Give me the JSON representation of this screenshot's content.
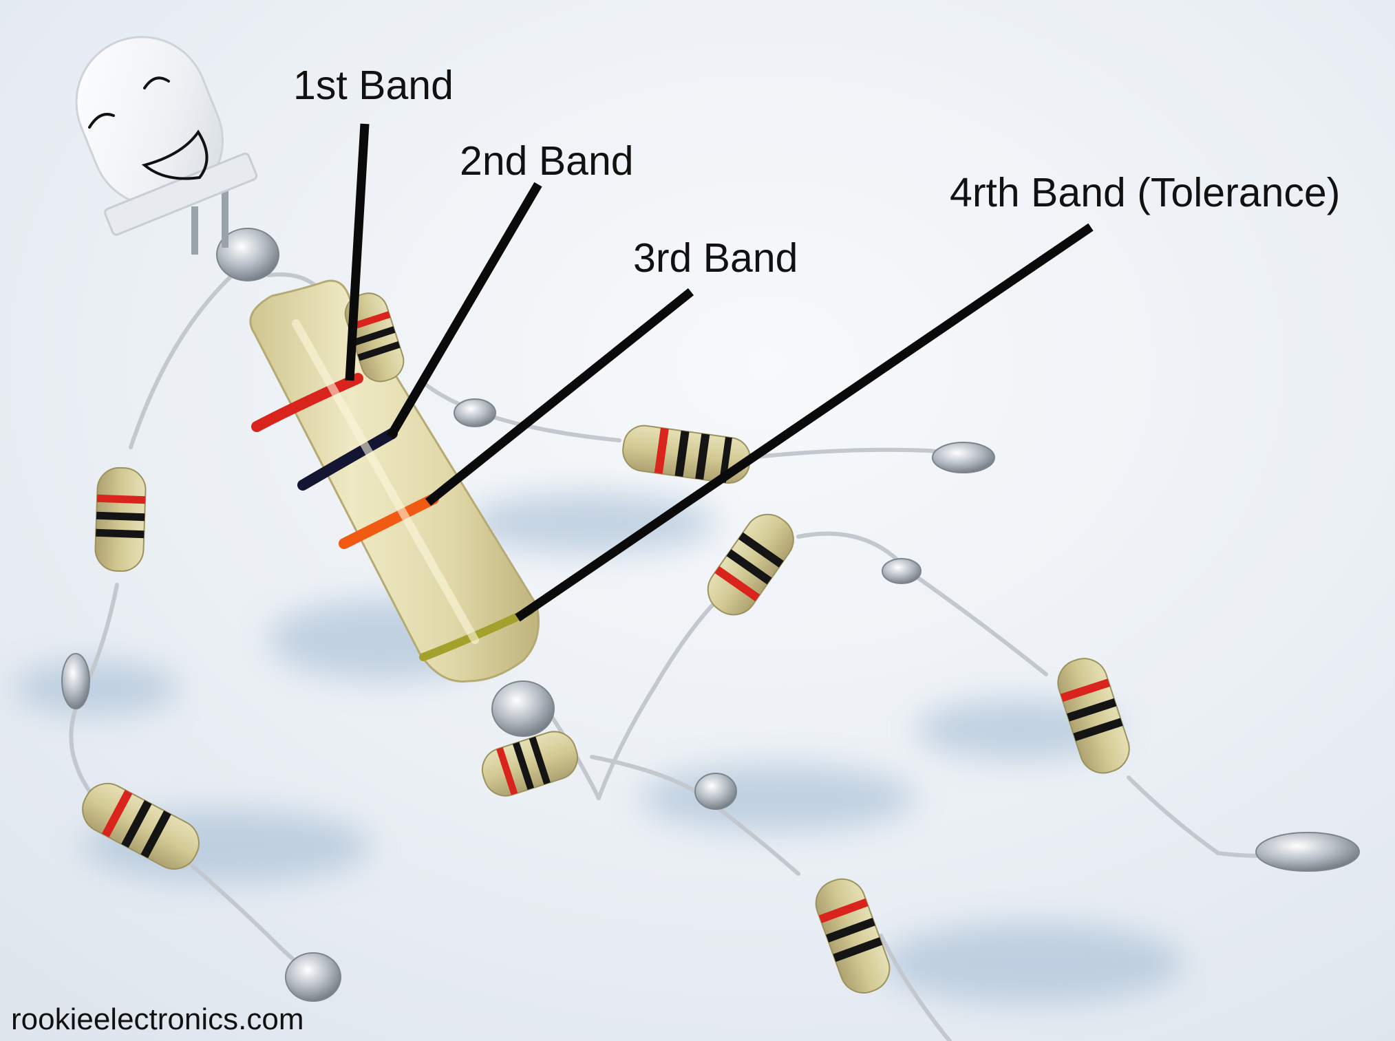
{
  "labels": {
    "band1": "1st Band",
    "band2": "2nd Band",
    "band3": "3rd Band",
    "band4": "4rth Band (Tolerance)"
  },
  "watermark": "rookieelectronics.com",
  "colors": {
    "background": "#eef2f6",
    "resistor_body": "#e3dcae",
    "band_red": "#d8241c",
    "band_black": "#141414",
    "band_orange": "#f05a12",
    "band_gold": "#a3a02c",
    "pointer_line": "#0a0a0a",
    "wire": "#c8ccd2"
  }
}
